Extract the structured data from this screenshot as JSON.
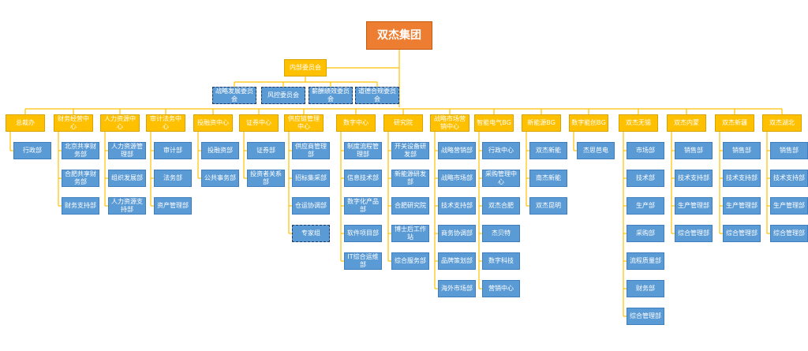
{
  "title": "双杰集团",
  "internal_committee": "内部委员会",
  "committees": [
    "战略发展委员会",
    "风控委员会",
    "薪酬绩效委员会",
    "道德合规委员会"
  ],
  "departments": [
    {
      "name": "总裁办",
      "children": [
        "行政部"
      ]
    },
    {
      "name": "财务经营中心",
      "children": [
        "北京共享财务部",
        "合肥共享财务部",
        "财务支持部"
      ]
    },
    {
      "name": "人力资源中心",
      "children": [
        "人力资源管理部",
        "组织发展部",
        "人力资源支持部"
      ]
    },
    {
      "name": "审计法务中心",
      "children": [
        "审计部",
        "法务部",
        "资产管理部"
      ]
    },
    {
      "name": "投融资中心",
      "children": [
        "投融资部",
        "公共事务部"
      ]
    },
    {
      "name": "证券中心",
      "children": [
        "证券部",
        "投资者关系部"
      ]
    },
    {
      "name": "供应链管理中心",
      "children": [
        "供应商管理部",
        "招标集采部",
        "仓运协调部",
        "专家组"
      ]
    },
    {
      "name": "数字中心",
      "children": [
        "制度流程管理部",
        "信息技术部",
        "数字化产品部",
        "软件项目部",
        "IT综合运维部"
      ]
    },
    {
      "name": "研究院",
      "children": [
        "开关设备研发部",
        "新能源研发部",
        "合肥研究院",
        "博士后工作站",
        "综合服务部"
      ]
    },
    {
      "name": "战略市场营销中心",
      "children": [
        "战略营销部",
        "战略市场部",
        "技术支持部",
        "商务协调部",
        "品牌策划部",
        "海外市场部"
      ]
    },
    {
      "name": "智能电气BG",
      "children": [
        "行政中心",
        "采购管理中心",
        "双杰合肥",
        "杰贝特",
        "数字科技",
        "营销中心"
      ]
    },
    {
      "name": "新能源BG",
      "children": [
        "双杰新能",
        "南杰新能",
        "双杰昆明"
      ]
    },
    {
      "name": "数字能创BG",
      "children": [
        "杰思芭电"
      ]
    },
    {
      "name": "双杰无锡",
      "children": [
        "市场部",
        "技术部",
        "生产部",
        "采购部",
        "流程质量部",
        "财务部",
        "综合管理部"
      ]
    },
    {
      "name": "双杰内蒙",
      "children": [
        "销售部",
        "技术支持部",
        "生产管理部",
        "综合管理部"
      ]
    },
    {
      "name": "双杰新疆",
      "children": [
        "销售部",
        "技术支持部",
        "生产管理部",
        "综合管理部"
      ]
    },
    {
      "name": "双杰湖北",
      "children": [
        "销售部",
        "技术支持部",
        "生产管理部",
        "综合管理部"
      ]
    }
  ],
  "colors": {
    "root": "#ed7d31",
    "committee": "#ffc000",
    "node": "#5b9bd5",
    "line": "#ffc000"
  }
}
